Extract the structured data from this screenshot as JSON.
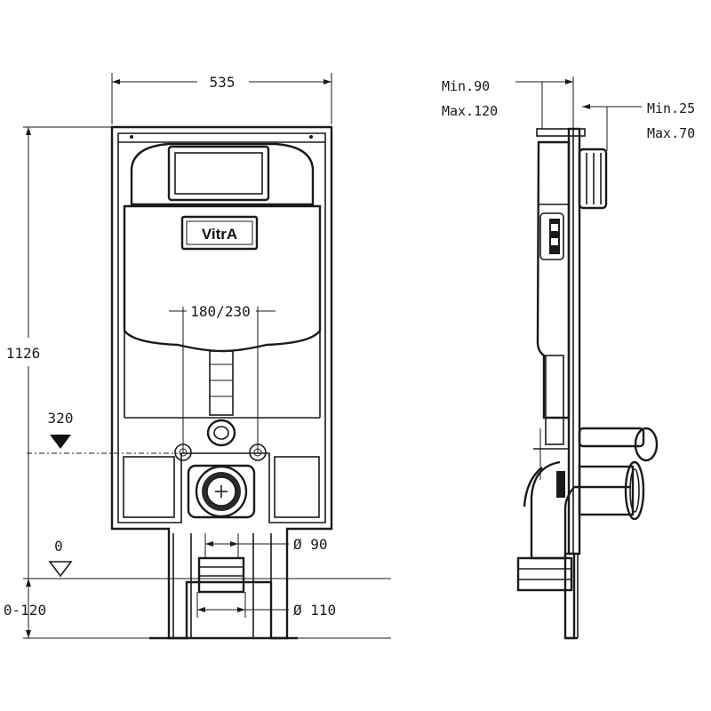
{
  "brand": {
    "logo_text": "VitrA"
  },
  "front_view": {
    "width_dim": "535",
    "height_dim": "1126",
    "spacing_dim": "180/230",
    "mark_320": "320",
    "mark_0": "0",
    "adjust_dim": "0-120",
    "dia_90": "Ø 90",
    "dia_110": "Ø 110"
  },
  "side_view": {
    "depth_min": "Min.90",
    "depth_max": "Max.120",
    "wall_min": "Min.25",
    "wall_max": "Max.70"
  }
}
